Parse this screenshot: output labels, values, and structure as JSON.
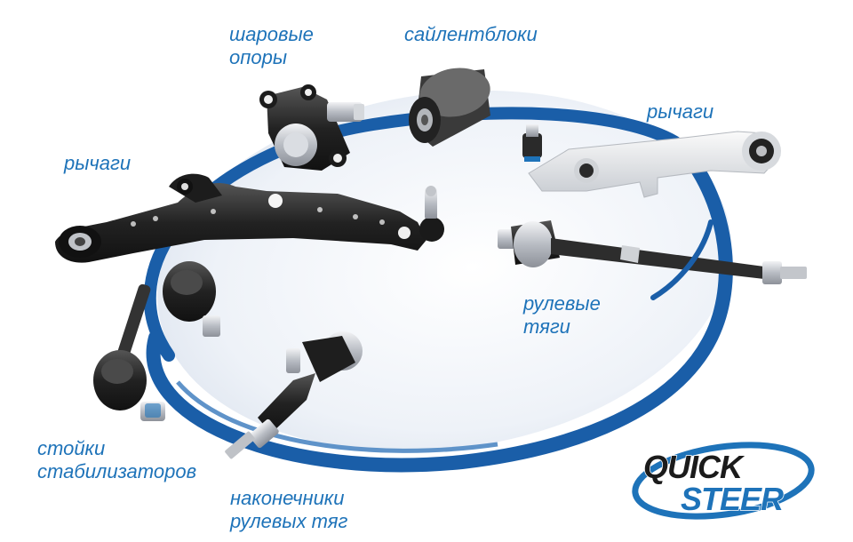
{
  "labels": {
    "ball_joints": [
      "шаровые",
      "опоры"
    ],
    "silent_blocks": [
      "сайлентблоки"
    ],
    "control_arms_right": [
      "рычаги"
    ],
    "control_arms_left": [
      "рычаги"
    ],
    "tie_rods": [
      "рулевые",
      "тяги"
    ],
    "stabilizer_links": [
      "стойки",
      "стабилизаторов"
    ],
    "tie_rod_ends": [
      "наконечники",
      "рулевых тяг"
    ]
  },
  "logo": {
    "line1": "QUICK",
    "line2": "STEER"
  },
  "colors": {
    "brand_blue": "#1e73b9",
    "swoosh_blue": "#1a5ea8",
    "ellipse_light": "#e9eef6",
    "part_dark": "#2b2b2b",
    "metal": "#c9ccd1"
  }
}
